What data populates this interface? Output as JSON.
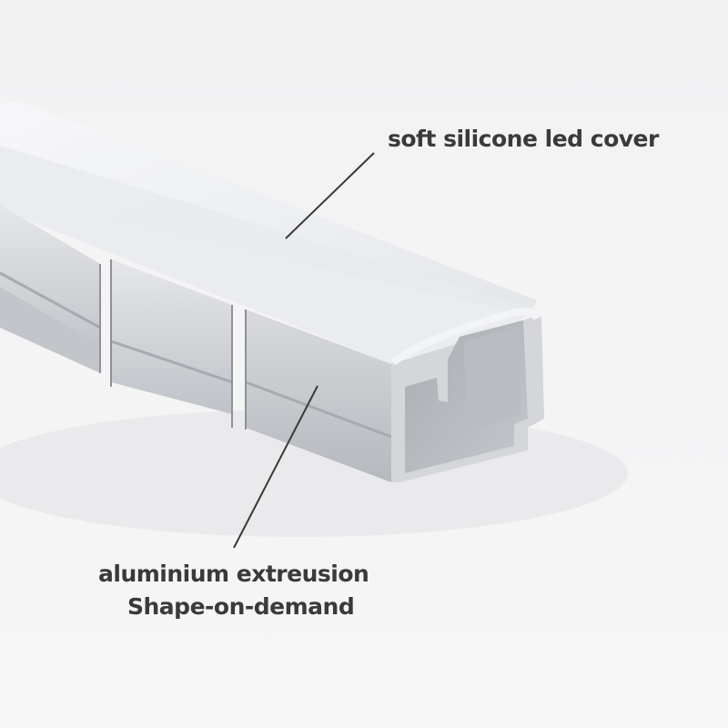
{
  "annotations": {
    "cover_label": "soft silicone led cover",
    "extrusion_label_line1": "aluminium extreusion",
    "extrusion_label_line2": "Shape-on-demand"
  },
  "colors": {
    "background": "#f4f4f5",
    "cover": "#eceef2",
    "aluminium": "#c9ccd1",
    "label_text": "#3a3a3a",
    "leader_line": "#3a3a3a"
  }
}
